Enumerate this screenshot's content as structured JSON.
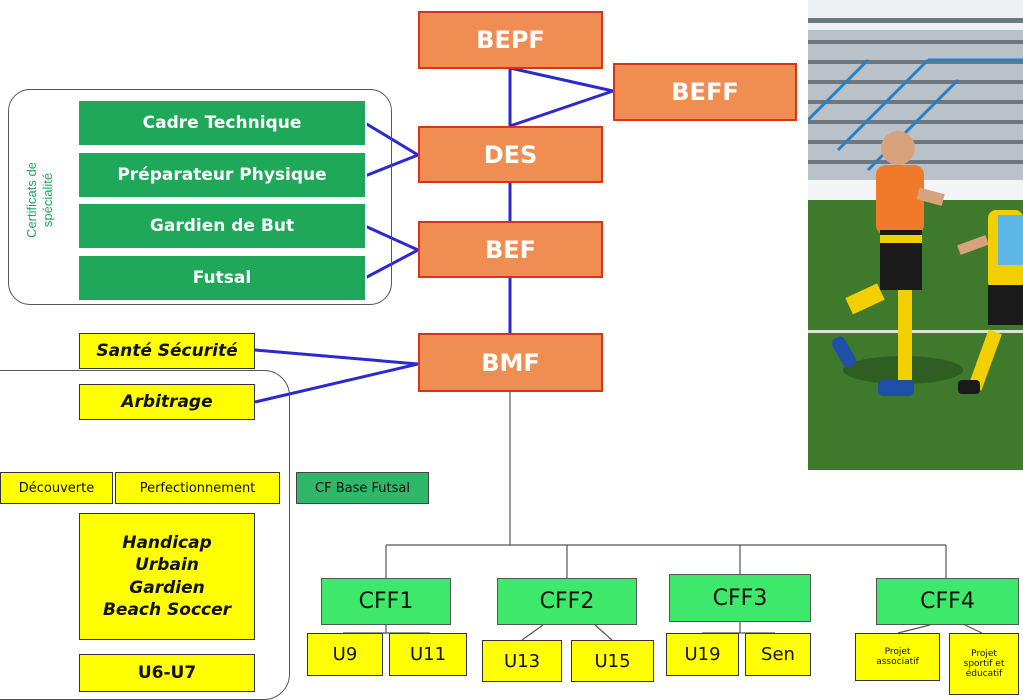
{
  "orange_boxes": {
    "bepf": "BEPF",
    "beff": "BEFF",
    "des": "DES",
    "bef": "BEF",
    "bmf": "BMF"
  },
  "certificats": {
    "side_label_line1": "Certificats de",
    "side_label_line2": "spécialité",
    "items": [
      "Cadre Technique",
      "Préparateur Physique",
      "Gardien de But",
      "Futsal"
    ]
  },
  "bmf_modules": {
    "sante": "Santé Sécurité",
    "arbitrage": "Arbitrage",
    "decouverte": "Découverte",
    "perfectionnement": "Perfectionnement",
    "base_futsal": "CF Base Futsal",
    "specialites": [
      "Handicap",
      "Urbain",
      "Gardien",
      "Beach Soccer"
    ],
    "u6u7": "U6-U7"
  },
  "cff": [
    {
      "label": "CFF1",
      "children": [
        "U9",
        "U11"
      ]
    },
    {
      "label": "CFF2",
      "children": [
        "U13",
        "U15"
      ]
    },
    {
      "label": "CFF3",
      "children": [
        "U19",
        "Sen"
      ]
    },
    {
      "label": "CFF4",
      "children": [
        "Projet associatif",
        "Projet sportif et éducatif"
      ]
    }
  ],
  "colors": {
    "orange_fill": "#f08d52",
    "orange_border": "#d8341a",
    "cert_green": "#1fa85a",
    "cff_green": "#3de86a",
    "yellow": "#ffff00",
    "link_blue": "#2a2ad0"
  }
}
